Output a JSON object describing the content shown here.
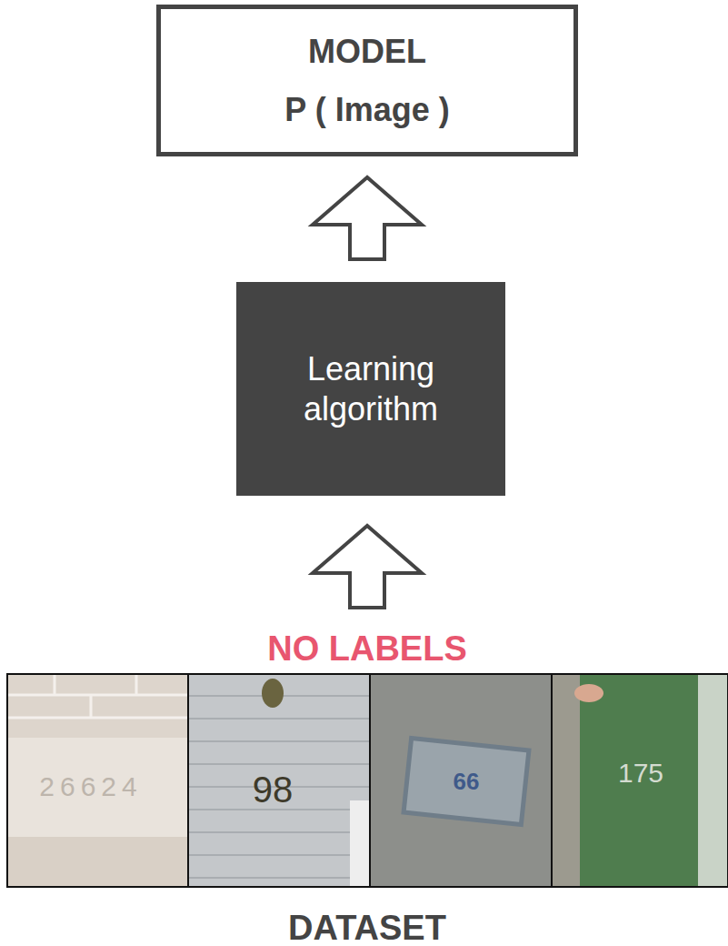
{
  "diagram": {
    "nodes": [
      {
        "text": [
          "MODEL",
          "P ( Image )"
        ]
      },
      {
        "text": [
          "Learning algorithm"
        ]
      }
    ],
    "edges": [
      {
        "from": 1,
        "to": 0,
        "arrow": "to"
      }
    ],
    "labels": [
      "NO LABELS",
      "26624",
      "98",
      "66",
      "175",
      "DATASET"
    ]
  }
}
